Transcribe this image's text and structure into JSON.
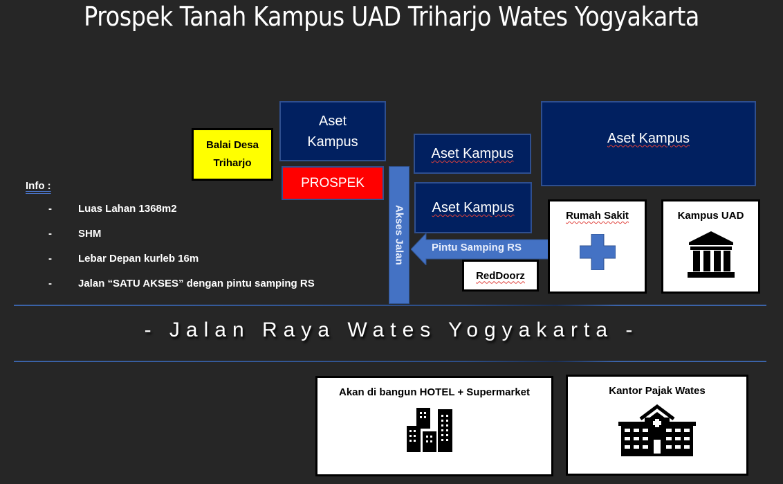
{
  "title": "Prospek Tanah Kampus UAD Triharjo Wates Yogyakarta",
  "map": {
    "balai_desa": "Balai Desa Triharjo",
    "aset_top_left": {
      "line1": "Aset",
      "line2": "Kampus"
    },
    "prospek": "PROSPEK",
    "aset_mid_1": "Aset Kampus",
    "aset_mid_2": "Aset Kampus",
    "aset_right": "Aset Kampus",
    "akses_jalan": "Akses Jalan",
    "pintu_samping": "Pintu Samping RS",
    "reddoorz": "RedDoorz",
    "rumah_sakit": "Rumah Sakit",
    "kampus_uad": "Kampus UAD",
    "hotel_supermarket": "Akan di bangun HOTEL + Supermarket",
    "kantor_pajak": "Kantor Pajak Wates"
  },
  "road": {
    "name": "- Jalan Raya Wates Yogyakarta -"
  },
  "info": {
    "label": "Info :",
    "bullet": "-",
    "items": [
      "Luas Lahan 1368m2",
      "SHM",
      "Lebar Depan kurleb 16m",
      "Jalan “SATU AKSES” dengan pintu samping RS"
    ]
  },
  "colors": {
    "background": "#262626",
    "navy": "#012060",
    "prospek_red": "#ff0000",
    "balai_yellow": "#ffff00",
    "accent_blue": "#4472c4"
  }
}
